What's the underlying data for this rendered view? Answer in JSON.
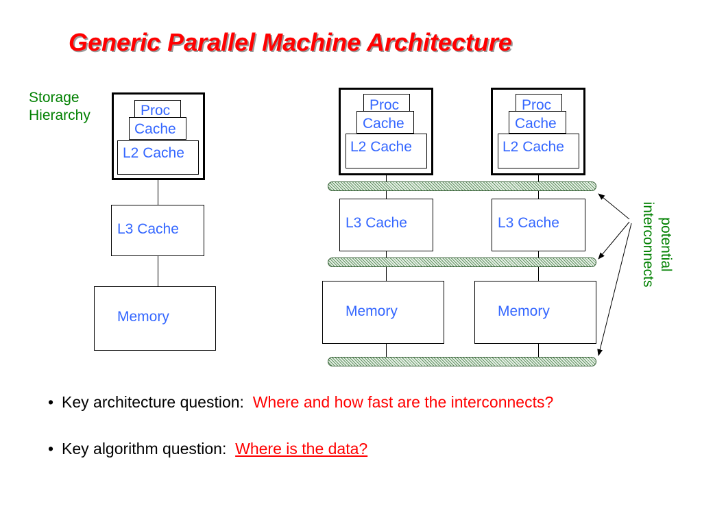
{
  "title": "Generic Parallel Machine Architecture",
  "storage_label_line1": "Storage",
  "storage_label_line2": "Hierarchy",
  "proc": "Proc",
  "cache": "Cache",
  "l2": "L2 Cache",
  "l3": "L3 Cache",
  "memory": "Memory",
  "interconnect_label_line1": "potential",
  "interconnect_label_line2": "interconnects",
  "bullets": [
    {
      "lead": "Key architecture question:",
      "answer": "Where and how fast are the interconnects?"
    },
    {
      "lead": "Key algorithm question:",
      "answer": "Where is the data?"
    }
  ],
  "colors": {
    "title": "#ff0000",
    "label": "#3366ff",
    "green": "#008000",
    "answer": "#ff0000"
  }
}
